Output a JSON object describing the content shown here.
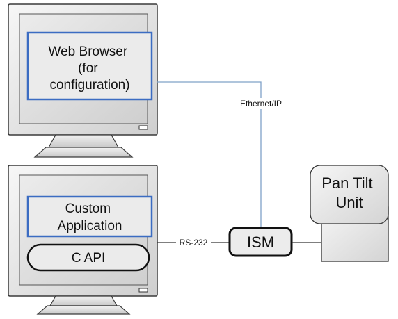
{
  "diagram": {
    "top_monitor": {
      "label_lines": [
        "Web Browser",
        "(for",
        "configuration)"
      ]
    },
    "bottom_monitor": {
      "label_lines": [
        "Custom",
        "Application"
      ],
      "api_label": "C API"
    },
    "links": {
      "ethernet_label": "Ethernet/IP",
      "serial_label": "RS-232"
    },
    "ism": {
      "label": "ISM"
    },
    "pan_tilt": {
      "label_lines": [
        "Pan Tilt",
        "Unit"
      ]
    },
    "colors": {
      "monitor_face": "#e9e9e9",
      "monitor_border": "#3a3a3a",
      "screen_bg": "#dcdcdc",
      "label_box_border": "#3b6cc2",
      "ethernet_line": "#7fa2c8",
      "line_dark": "#333333"
    }
  }
}
